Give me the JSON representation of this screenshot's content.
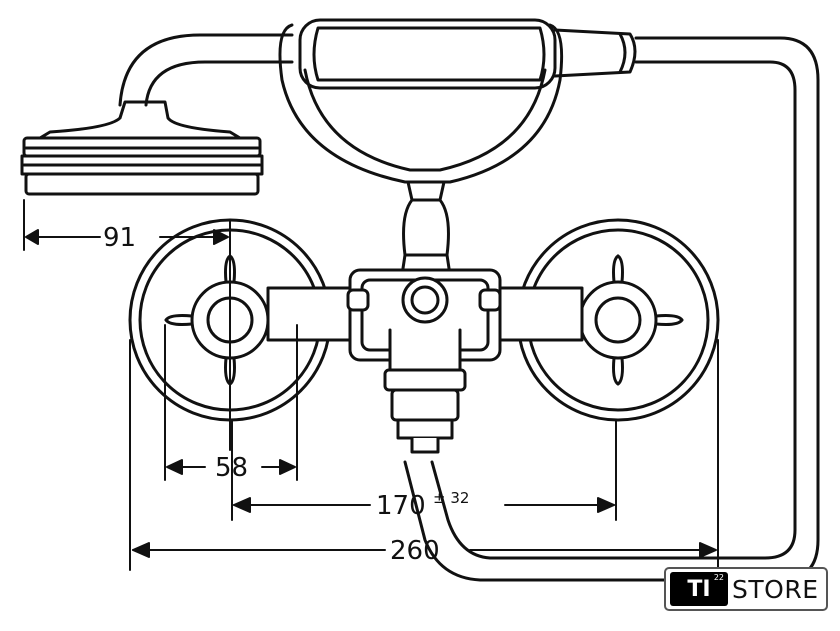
{
  "dimensions": {
    "handshower_offset": "91",
    "handle_width": "58",
    "center_distance": "170",
    "center_tolerance": "± 32",
    "overall_width": "260"
  },
  "logo": {
    "mark": "TI",
    "superscript": "22",
    "text": "STORE"
  },
  "colors": {
    "line": "#111111",
    "background": "#ffffff"
  }
}
